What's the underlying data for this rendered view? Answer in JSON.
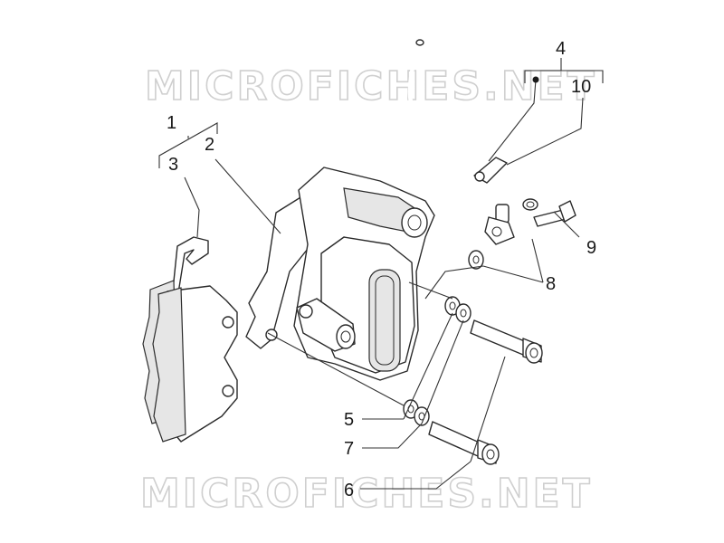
{
  "watermark": {
    "top": "MICROFICHES.NET",
    "bottom": "MICROFICHES.NET"
  },
  "callouts": [
    {
      "id": "c1",
      "label": "1"
    },
    {
      "id": "c2",
      "label": "2"
    },
    {
      "id": "c3",
      "label": "3"
    },
    {
      "id": "c4",
      "label": "4"
    },
    {
      "id": "c10",
      "label": "10"
    },
    {
      "id": "c5",
      "label": "5"
    },
    {
      "id": "c6",
      "label": "6"
    },
    {
      "id": "c7",
      "label": "7"
    },
    {
      "id": "c8",
      "label": "8"
    },
    {
      "id": "c9",
      "label": "9"
    }
  ],
  "colors": {
    "line": "#2a2a2a",
    "watermark": "#cfcfcf",
    "background": "#ffffff"
  }
}
